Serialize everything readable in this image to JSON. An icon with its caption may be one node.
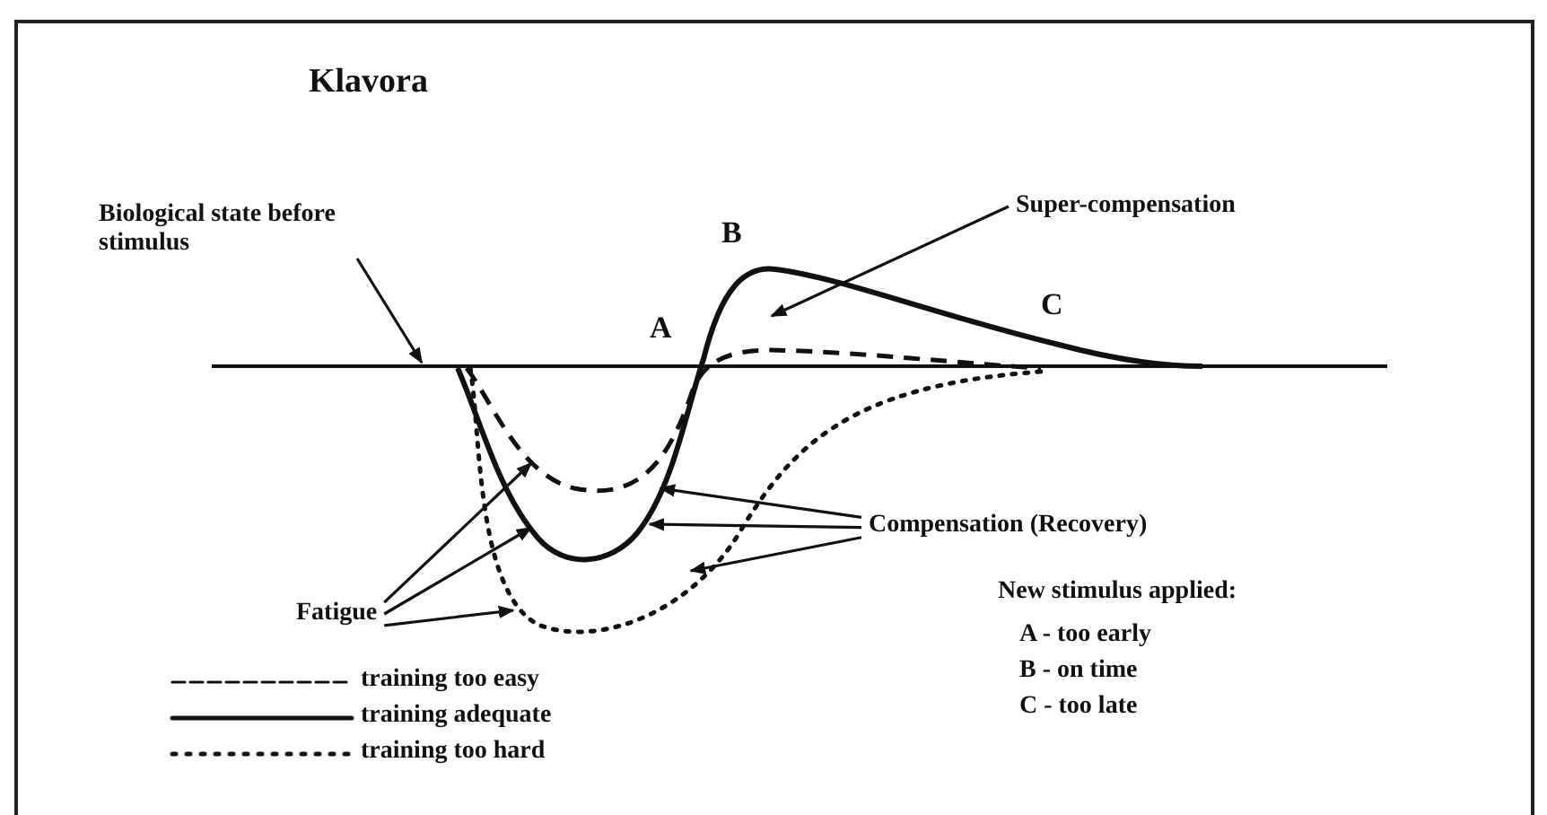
{
  "diagram": {
    "title": "Klavora",
    "nodes": [
      {
        "text": [
          "Biological state before stimulus"
        ]
      },
      {
        "text": [
          "Super-compensation"
        ]
      },
      {
        "text": [
          "Compensation (Recovery)"
        ]
      },
      {
        "text": [
          "Fatigue"
        ]
      }
    ],
    "edges": [
      {
        "from": 0,
        "to": null,
        "arrow": "to"
      },
      {
        "from": 1,
        "to": null,
        "arrow": "to"
      },
      {
        "from": 2,
        "to": null,
        "arrow": "to"
      },
      {
        "from": 2,
        "to": null,
        "arrow": "to"
      },
      {
        "from": 2,
        "to": null,
        "arrow": "to"
      },
      {
        "from": 3,
        "to": null,
        "arrow": "to"
      },
      {
        "from": 3,
        "to": null,
        "arrow": "to"
      },
      {
        "from": 3,
        "to": null,
        "arrow": "to"
      }
    ],
    "labels": [
      "B",
      "A",
      "C",
      "New stimulus applied:",
      "A - too early",
      "B - on time",
      "C - too late"
    ],
    "legend": [
      {
        "text": "training too easy"
      },
      {
        "text": "training adequate"
      },
      {
        "text": "training too hard"
      }
    ]
  }
}
